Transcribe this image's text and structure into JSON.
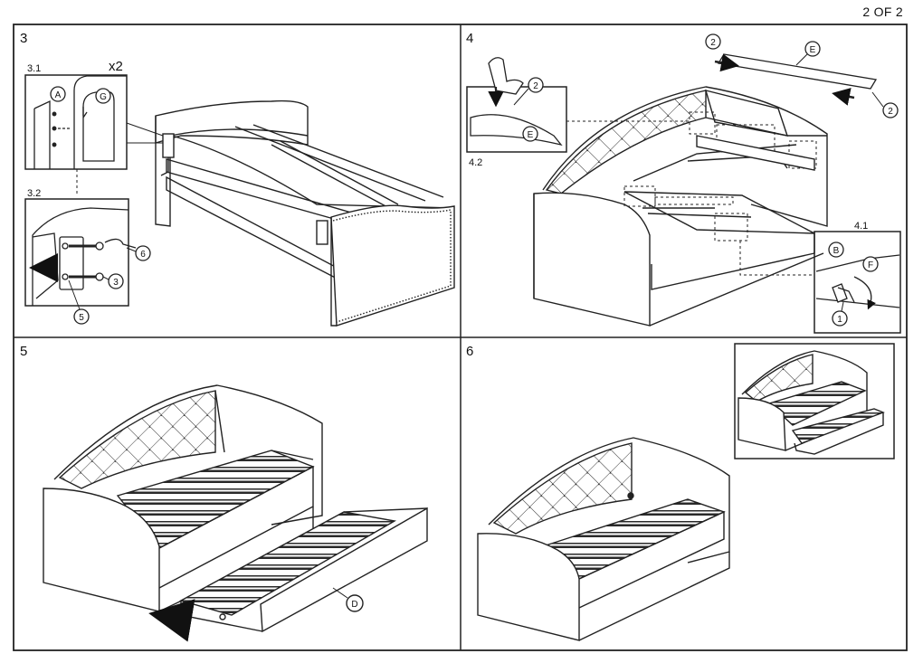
{
  "page": {
    "number_label": "2 OF 2"
  },
  "steps": [
    {
      "number": "3"
    },
    {
      "number": "4"
    },
    {
      "number": "5"
    },
    {
      "number": "6"
    }
  ],
  "step3": {
    "detail_31": {
      "label": "3.1",
      "multiplier": "x2",
      "callouts": [
        "A",
        "G"
      ]
    },
    "detail_32": {
      "label": "3.2",
      "callouts": [
        "6",
        "3",
        "5"
      ]
    }
  },
  "step4": {
    "detail_42": {
      "label": "4.2",
      "callouts": [
        "2",
        "E"
      ]
    },
    "detail_41": {
      "label": "4.1",
      "callouts": [
        "B",
        "F",
        "1"
      ]
    },
    "slat_callouts": [
      "2",
      "E",
      "2"
    ]
  },
  "step5": {
    "callouts": [
      "D"
    ]
  }
}
